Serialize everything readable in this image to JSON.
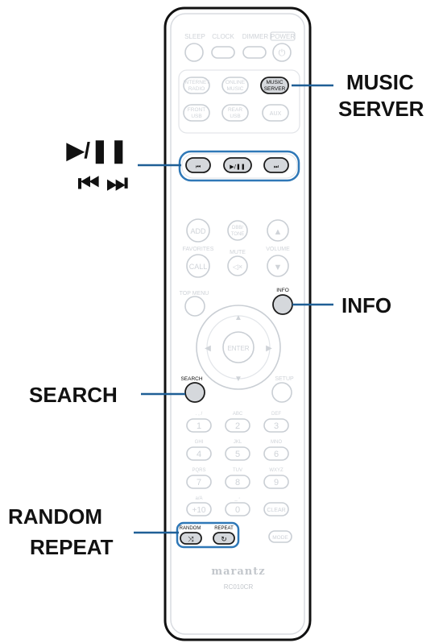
{
  "remote": {
    "row1": [
      "SLEEP",
      "CLOCK",
      "DIMMER",
      "POWER"
    ],
    "source_row1": [
      [
        "INTERNET",
        "RADIO"
      ],
      [
        "ONLINE",
        "MUSIC"
      ],
      [
        "MUSIC",
        "SERVER"
      ]
    ],
    "source_row2": [
      [
        "FRONT",
        "USB"
      ],
      [
        "REAR",
        "USB"
      ],
      [
        "AUX"
      ]
    ],
    "add": "ADD",
    "dbb_tone": [
      "DBB/",
      "TONE"
    ],
    "favorites": "FAVORITES",
    "mute": "MUTE",
    "volume": "VOLUME",
    "call": "CALL",
    "top_menu": "TOP MENU",
    "info": "INFO",
    "enter": "ENTER",
    "search": "SEARCH",
    "setup": "SETUP",
    "keypad": [
      {
        "sub": ". , /",
        "num": "1"
      },
      {
        "sub": "ABC",
        "num": "2"
      },
      {
        "sub": "DEF",
        "num": "3"
      },
      {
        "sub": "GHI",
        "num": "4"
      },
      {
        "sub": "JKL",
        "num": "5"
      },
      {
        "sub": "MNO",
        "num": "6"
      },
      {
        "sub": "PQRS",
        "num": "7"
      },
      {
        "sub": "TUV",
        "num": "8"
      },
      {
        "sub": "WXYZ",
        "num": "9"
      },
      {
        "sub": "a/A",
        "num": "+10"
      },
      {
        "sub": "_ ◦",
        "num": "0"
      },
      {
        "sub": "",
        "num": "CLEAR"
      }
    ],
    "random": "RANDOM",
    "repeat": "REPEAT",
    "mode": "MODE",
    "brand": "marantz",
    "model": "RC010CR"
  },
  "callouts": {
    "music_server": [
      "MUSIC",
      "SERVER"
    ],
    "play_pause": "▶/❚❚",
    "skip": "⏮ ⏭",
    "info": "INFO",
    "search": "SEARCH",
    "random_repeat": [
      "RANDOM",
      "REPEAT"
    ]
  },
  "colors": {
    "callout_line": "#1f5f96",
    "highlight_box": "#2f78b7"
  }
}
